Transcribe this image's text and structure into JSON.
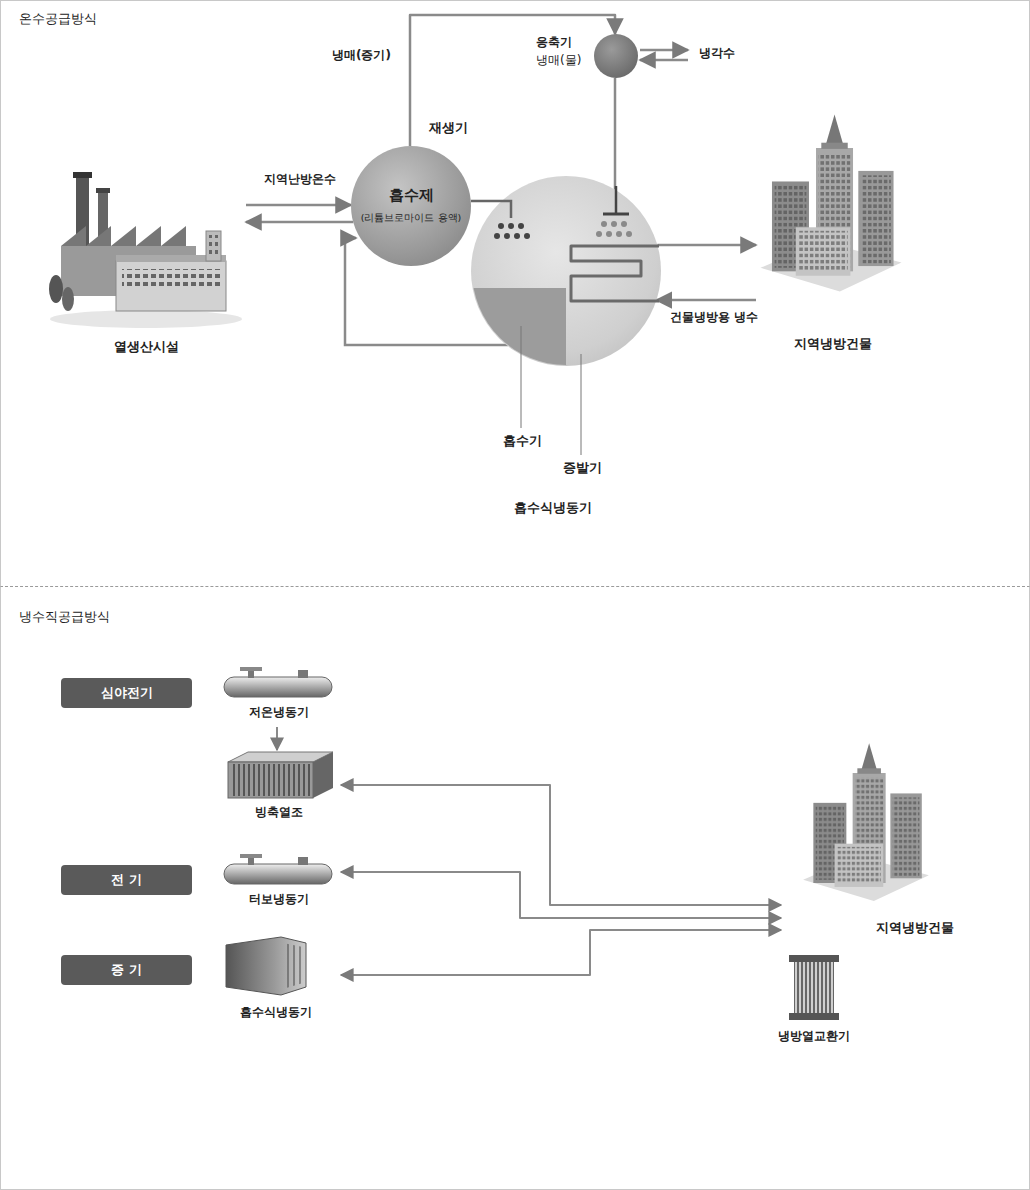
{
  "diagram": {
    "nodes": [
      {
        "text": [
          "온수공급방식"
        ]
      },
      {
        "text": [
          "열생산시설"
        ],
        "in": 0
      },
      {
        "text": [
          "재생기",
          "흡수제",
          "(리튬브로마이드 용액)"
        ],
        "in": 0
      },
      {
        "text": [
          "응축기",
          "냉매(물)"
        ],
        "in": 0
      },
      {
        "text": [
          "흡수기",
          "증발기"
        ],
        "in": 0
      },
      {
        "text": [
          "지역냉방건물"
        ],
        "in": 0
      },
      {
        "text": [
          "냉수직공급방식"
        ]
      },
      {
        "text": [
          "심야전기"
        ],
        "in": 6
      },
      {
        "text": [
          "저온냉동기"
        ],
        "in": 6
      },
      {
        "text": [
          "빙축열조"
        ],
        "in": 6
      },
      {
        "text": [
          "전 기"
        ],
        "in": 6
      },
      {
        "text": [
          "터보냉동기"
        ],
        "in": 6
      },
      {
        "text": [
          "증 기"
        ],
        "in": 6
      },
      {
        "text": [
          "흡수식냉동기"
        ],
        "in": 6
      },
      {
        "text": [
          "지역냉방건물"
        ],
        "in": 6
      },
      {
        "text": [
          "냉방열교환기"
        ],
        "in": 6
      }
    ],
    "edges": [
      {
        "from": 1,
        "to": 2,
        "arrow": "to",
        "label": "지역난방온수"
      },
      {
        "from": 2,
        "to": 1,
        "arrow": "to"
      },
      {
        "from": 2,
        "to": 3,
        "arrow": "to",
        "label": "냉매(증기)"
      },
      {
        "from": 3,
        "to": 4,
        "arrow": "none"
      },
      {
        "from": 5,
        "to": 4,
        "arrow": "to",
        "label": "건물냉방용 냉수"
      },
      {
        "from": 4,
        "to": 5,
        "arrow": "to"
      },
      {
        "from": 8,
        "to": 9,
        "arrow": "to"
      },
      {
        "from": 9,
        "to": 14,
        "arrow": "both"
      },
      {
        "from": 11,
        "to": 14,
        "arrow": "both"
      },
      {
        "from": 13,
        "to": 14,
        "arrow": "both"
      }
    ],
    "labels": [
      "냉각수",
      "흡수식냉동기"
    ]
  }
}
